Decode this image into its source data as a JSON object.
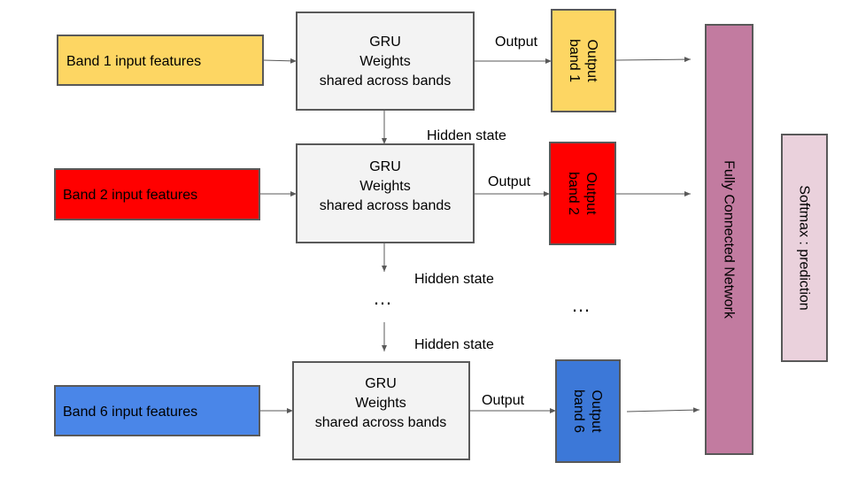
{
  "colors": {
    "band1": "#fdd663",
    "band2": "#ff0000",
    "band6": "#4a86e8",
    "gru": "#f3f3f3",
    "output_band6": "#3c78d8",
    "fcn": "#c27ba0",
    "softmax": "#ead1dc",
    "stroke": "#595959",
    "arrow": "#595959"
  },
  "inputs": [
    {
      "label": "Band 1 input features"
    },
    {
      "label": "Band 2 input features"
    },
    {
      "label": "Band 6 input features"
    }
  ],
  "gru": [
    {
      "line1": "GRU",
      "line2": "Weights",
      "line3": "shared across bands"
    },
    {
      "line1": "GRU",
      "line2": "Weights",
      "line3": "shared across bands"
    },
    {
      "line1": "GRU",
      "line2": "Weights",
      "line3": "shared across bands"
    }
  ],
  "outputs": [
    {
      "arrow_label": "Output",
      "line1": "Output",
      "line2": "band 1"
    },
    {
      "arrow_label": "Output",
      "line1": "Output",
      "line2": "band 2"
    },
    {
      "arrow_label": "Output",
      "line1": "Output",
      "line2": "band 6"
    }
  ],
  "hidden_states": [
    "Hidden state",
    "Hidden state",
    "Hidden state"
  ],
  "ellipsis": [
    "…",
    "…"
  ],
  "fcn_label": "Fully Connected Network",
  "softmax_label": "Softmax : prediction"
}
